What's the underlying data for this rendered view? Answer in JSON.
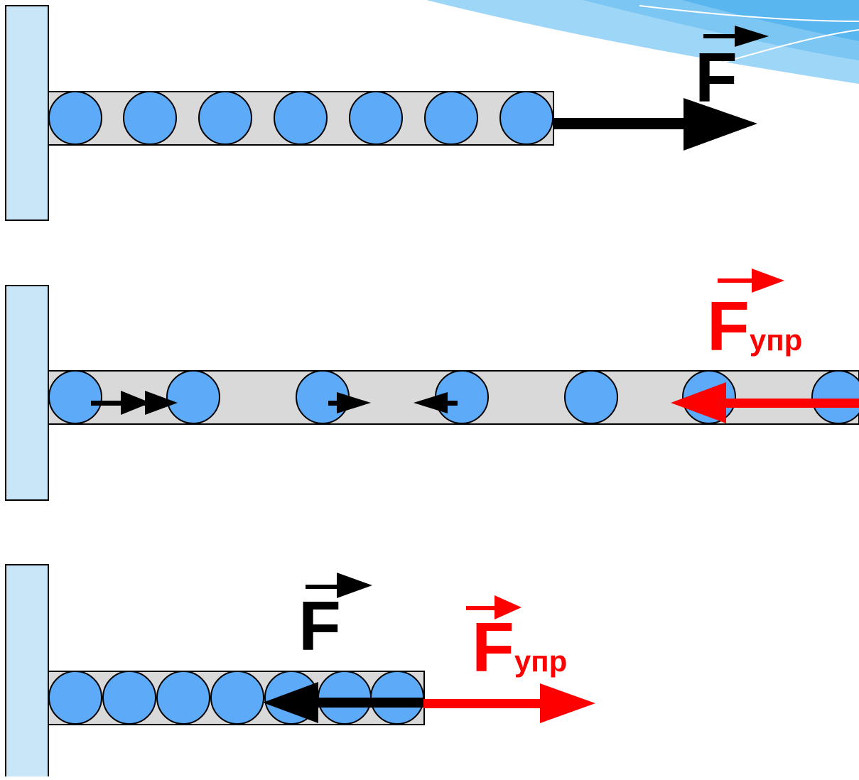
{
  "colors": {
    "wall_fill": "#c8e6f8",
    "wall_stroke": "#000000",
    "rod_fill": "#d9d9d9",
    "ball_fill": "#5caaf8",
    "ball_stroke": "#000000",
    "force_black": "#000000",
    "force_red": "#ff0000",
    "decor_blue": "#6ec4f4"
  },
  "icons": [
    "wall-icon",
    "rod-icon",
    "ball-icon",
    "vector-arrow-icon"
  ],
  "diagrams": [
    {
      "name": "stretched-by-force",
      "labels": [
        {
          "symbol": "F",
          "subscript": "",
          "color": "black"
        }
      ]
    },
    {
      "name": "particles-and-elastic-force",
      "labels": [
        {
          "symbol": "F",
          "subscript": "упр",
          "color": "red"
        }
      ]
    },
    {
      "name": "compressed-by-force",
      "labels": [
        {
          "symbol": "F",
          "subscript": "",
          "color": "black"
        },
        {
          "symbol": "F",
          "subscript": "упр",
          "color": "red"
        }
      ]
    }
  ]
}
